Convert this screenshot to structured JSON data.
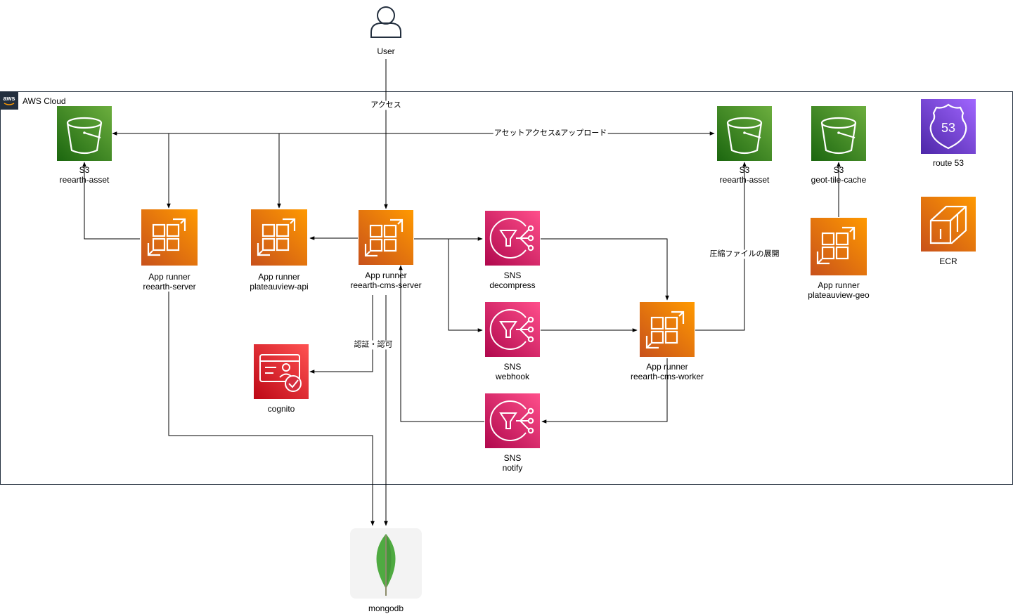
{
  "cloud": {
    "title": "AWS Cloud"
  },
  "nodes": {
    "user": {
      "label": "User"
    },
    "s3_left": {
      "line1": "S3",
      "line2": "reearth-asset"
    },
    "s3_right": {
      "line1": "S3",
      "line2": "reearth-asset"
    },
    "s3_geo": {
      "line1": "S3",
      "line2": "geot-tile-cache"
    },
    "route53": {
      "label": "route 53",
      "badge": "53"
    },
    "ecr": {
      "label": "ECR"
    },
    "ar_server": {
      "line1": "App runner",
      "line2": "reearth-server"
    },
    "ar_api": {
      "line1": "App runner",
      "line2": "plateauview-api"
    },
    "ar_cms": {
      "line1": "App runner",
      "line2": "reearth-cms-server"
    },
    "ar_geo": {
      "line1": "App runner",
      "line2": "plateauview-geo"
    },
    "ar_worker": {
      "line1": "App runner",
      "line2": "reearth-cms-worker"
    },
    "sns_decompress": {
      "line1": "SNS",
      "line2": "decompress"
    },
    "sns_webhook": {
      "line1": "SNS",
      "line2": "webhook"
    },
    "sns_notify": {
      "line1": "SNS",
      "line2": "notify"
    },
    "cognito": {
      "label": "cognito"
    },
    "mongodb": {
      "label": "mongodb"
    }
  },
  "edge_labels": {
    "access": "アクセス",
    "asset_access": "アセットアクセス&アップロード",
    "auth": "認証・認可",
    "unzip": "圧縮ファイルの展開"
  },
  "colors": {
    "s3": "#3F8624",
    "app_runner": "#ED7100",
    "sns": "#E7157B",
    "cognito": "#DD344C",
    "route53": "#8C4FFF",
    "ecr": "#ED7100",
    "mongodb_leaf": "#4FAA41"
  },
  "icons": {
    "aws": "aws-logo-icon",
    "user": "user-icon",
    "s3": "bucket-icon",
    "app_runner": "app-runner-icon",
    "sns": "sns-icon",
    "cognito": "cognito-icon",
    "route53": "route53-shield-icon",
    "ecr": "ecr-icon",
    "mongodb": "mongodb-leaf-icon"
  }
}
